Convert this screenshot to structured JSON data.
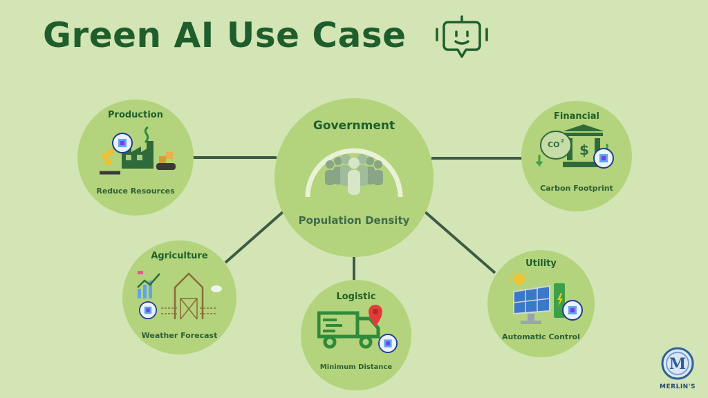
{
  "title": "Green AI Use Case",
  "icons": {
    "title": "robot-chat-icon",
    "production": "factory-icon",
    "government": "crowd-icon",
    "financial": "bank-co2-icon",
    "agriculture": "barn-chart-icon",
    "logistic": "truck-location-icon",
    "utility": "solar-panel-icon",
    "ai": "ai-chip-head-icon"
  },
  "colors": {
    "background": "#d3e5b4",
    "node": "#b3d47c",
    "title": "#1f5e2c",
    "connector": "#3d5b46"
  },
  "center": {
    "name": "Government",
    "subtitle": "Population Density"
  },
  "nodes": {
    "production": {
      "name": "Production",
      "subtitle": "Reduce Resources"
    },
    "financial": {
      "name": "Financial",
      "subtitle": "Carbon Footprint"
    },
    "agriculture": {
      "name": "Agriculture",
      "subtitle": "Weather Forecast"
    },
    "logistic": {
      "name": "Logistic",
      "subtitle": "Minimum Distance"
    },
    "utility": {
      "name": "Utility",
      "subtitle": "Automatic Control"
    }
  },
  "logo": {
    "letter": "M",
    "text": "MERLIN'S"
  }
}
